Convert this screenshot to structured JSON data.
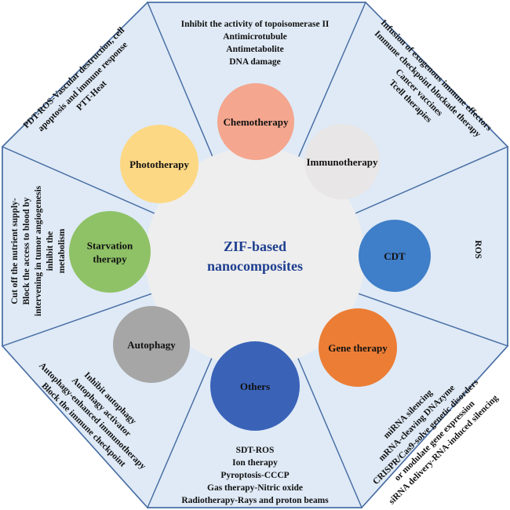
{
  "center": {
    "lines": [
      "ZIF-based",
      "nanocomposites"
    ]
  },
  "colors": {
    "center_text": "#1f3f8f",
    "segment_fill": "#dfeaf6",
    "segment_line": "#4a6fa5",
    "center_disc": "#eeeeee"
  },
  "modalities": [
    {
      "name": "chemotherapy",
      "label": [
        "Chemotherapy"
      ],
      "color": "#f4a68e",
      "icon": "circle",
      "notes": [
        "Inhibit the activity of topoisomerase II",
        "Antimicrotubule",
        "Antimetabolite",
        "DNA damage"
      ]
    },
    {
      "name": "immunotherapy",
      "label": [
        "Immunotherapy"
      ],
      "color": "#e8e6e6",
      "icon": "circle",
      "notes": [
        "Infusion of exogenous immune effectors",
        "Immune checkpoint blockade therapy",
        "Cancer vaccines",
        "Tcell therapies"
      ]
    },
    {
      "name": "cdt",
      "label": [
        "CDT"
      ],
      "color": "#3f7ec8",
      "icon": "circle",
      "notes": [
        "ROS"
      ]
    },
    {
      "name": "gene-therapy",
      "label": [
        "Gene therapy"
      ],
      "color": "#ec7d35",
      "icon": "circle",
      "notes": [
        "miRNA silencing",
        "mRNA-cleaving DNAzyme",
        "CRISPR/Cas9-solve genetic disorders",
        "or modulate gene expression",
        "siRNA delivery-RNA-induced silencing"
      ]
    },
    {
      "name": "others",
      "label": [
        "Others"
      ],
      "color": "#3a63b8",
      "icon": "circle",
      "notes": [
        "SDT-ROS",
        "Ion therapy",
        "Pyroptosis-CCCP",
        "Gas therapy-Nitric oxide",
        "Radiotherapy-Rays and proton beams"
      ]
    },
    {
      "name": "autophagy",
      "label": [
        "Autophagy"
      ],
      "color": "#a6a6a6",
      "icon": "circle",
      "notes": [
        "Inhibit autophagy",
        "Autophagy activator",
        "Autophagy-enhanced immunotherapy",
        "Block the immune checkpoint"
      ]
    },
    {
      "name": "starvation-therapy",
      "label": [
        "Starvation",
        "therapy"
      ],
      "color": "#8fc267",
      "icon": "circle",
      "notes": [
        "Cut off the nutrient supply-",
        "Block the access to blood by",
        "intervening in tumor angiogenesis",
        "inhibit the",
        "metabolism"
      ]
    },
    {
      "name": "phototherapy",
      "label": [
        "Phototherapy"
      ],
      "color": "#fdd884",
      "icon": "circle",
      "notes": [
        "PDT-ROS-Vascular destruction, cell",
        "apoptosis and immune response",
        "PTT-Heat"
      ]
    }
  ]
}
